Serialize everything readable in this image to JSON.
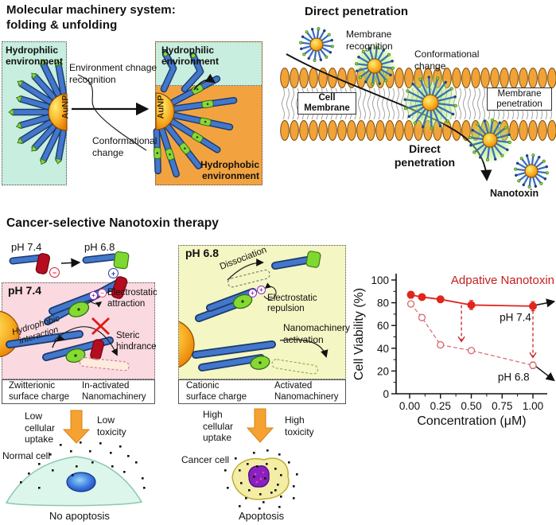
{
  "colors": {
    "teal_bg": "#c7eede",
    "orange_bg": "#f2a340",
    "pink_bg": "#fbd9e0",
    "yellow_bg": "#f4f6c3",
    "rod_blue": "#4277cc",
    "rod_outline": "#1c3a6a",
    "hinge_green": "#86d832",
    "cap_red": "#b50d20",
    "gold_core": "#f8b428",
    "membrane_orange": "#f2a338",
    "block_arrow_orange": "#f5a233",
    "chart_solid_red": "#e0251c",
    "chart_open_red": "#d97078",
    "chart_title_red": "#c41e1e"
  },
  "folding": {
    "title": "Molecular machinery system:\nfolding & unfolding",
    "hydrophilic_left": "Hydrophilic\nenvironment",
    "hydrophilic_right": "Hydrophilic\nenvironment",
    "hydrophobic": "Hydrophobic\nenvironment",
    "aunp_left": "AuNP",
    "aunp_right": "AuNP",
    "env_change": "Environment chnage\nrecognition",
    "conf_change": "Conformational\nchange"
  },
  "penetration": {
    "title": "Direct penetration",
    "membrane_recognition": "Membrane\nrecognition",
    "conformational_change": "Conformational\nchange",
    "cell_membrane": "Cell\nMembrane",
    "membrane_penetration": "Membrane\npenetration",
    "direct_penetration": "Direct\npenetration",
    "nanotoxin": "Nanotoxin"
  },
  "therapy": {
    "title": "Cancer-selective Nanotoxin therapy",
    "legend": {
      "ph74": "pH 7.4",
      "ph68": "pH 6.8",
      "minus": "−",
      "plus": "+"
    },
    "pink": {
      "ph": "pH 7.4",
      "electrostatic": "Electrostatic\nattraction",
      "hydrophobic": "Hydrophobic\ninteraction",
      "steric": "Steric\nhindrance",
      "cap_left": "Zwitterionic\nsurface charge",
      "cap_right": "In-activated\nNanomachinery"
    },
    "yellow": {
      "ph": "pH 6.8",
      "dissociation": "Dissociation",
      "electrostatic": "Electrostatic\nrepulsion",
      "activation": "Nanomachinery\nactivation",
      "cap_left": "Cationic\nsurface charge",
      "cap_right": "Activated\nNanomachinery"
    },
    "normal": {
      "uptake": "Low\ncellular\nuptake",
      "toxicity": "Low\ntoxicity",
      "cell": "Normal cell",
      "outcome": "No apoptosis"
    },
    "cancer": {
      "uptake": "High\ncellular\nuptake",
      "toxicity": "High\ntoxicity",
      "cell": "Cancer cell",
      "outcome": "Apoptosis"
    }
  },
  "chart_data": {
    "type": "line",
    "title": "Adpative Nanotoxin",
    "xlabel": "Concentration (μM)",
    "ylabel": "Cell Viability (%)",
    "xlim": [
      -0.05,
      1.12
    ],
    "ylim": [
      0,
      105
    ],
    "grid": false,
    "legend_position": "inline-labels",
    "xticks": {
      "values": [
        0,
        0.25,
        0.5,
        0.75,
        1.0
      ],
      "labels": [
        "0.00",
        "0.25",
        "0.50",
        "0.75",
        "1.00"
      ]
    },
    "yticks": {
      "values": [
        0,
        20,
        40,
        60,
        80,
        100
      ],
      "labels": [
        "0",
        "20",
        "40",
        "60",
        "80",
        "100"
      ]
    },
    "series": [
      {
        "name": "pH 7.4",
        "marker": "filled-circle",
        "line": "solid",
        "color": "#e0251c",
        "x": [
          0.01,
          0.1,
          0.25,
          0.5,
          1.0
        ],
        "y": [
          87,
          85,
          83,
          78,
          77
        ],
        "yerr": [
          3,
          2,
          2,
          4,
          4
        ],
        "label_xy": [
          0.73,
          64
        ]
      },
      {
        "name": "pH 6.8",
        "marker": "open-circle",
        "line": "dashed",
        "color": "#d97078",
        "x": [
          0.01,
          0.1,
          0.25,
          0.5,
          1.0
        ],
        "y": [
          79,
          67,
          43,
          38,
          25
        ],
        "yerr": [
          2,
          2,
          2,
          2,
          3
        ],
        "label_xy": [
          0.715,
          11.5
        ]
      }
    ],
    "annotations": {
      "drop_arrows": [
        {
          "x": 0.42,
          "y_from": 78,
          "y_to": 46
        },
        {
          "x": 1.0,
          "y_from": 73,
          "y_to": 32
        }
      ],
      "exit_arrows": [
        {
          "x1": 1.025,
          "y1": 78,
          "x2": 1.168,
          "y2": 81
        },
        {
          "x1": 1.025,
          "y1": 24,
          "x2": 1.168,
          "y2": 12
        }
      ]
    }
  }
}
